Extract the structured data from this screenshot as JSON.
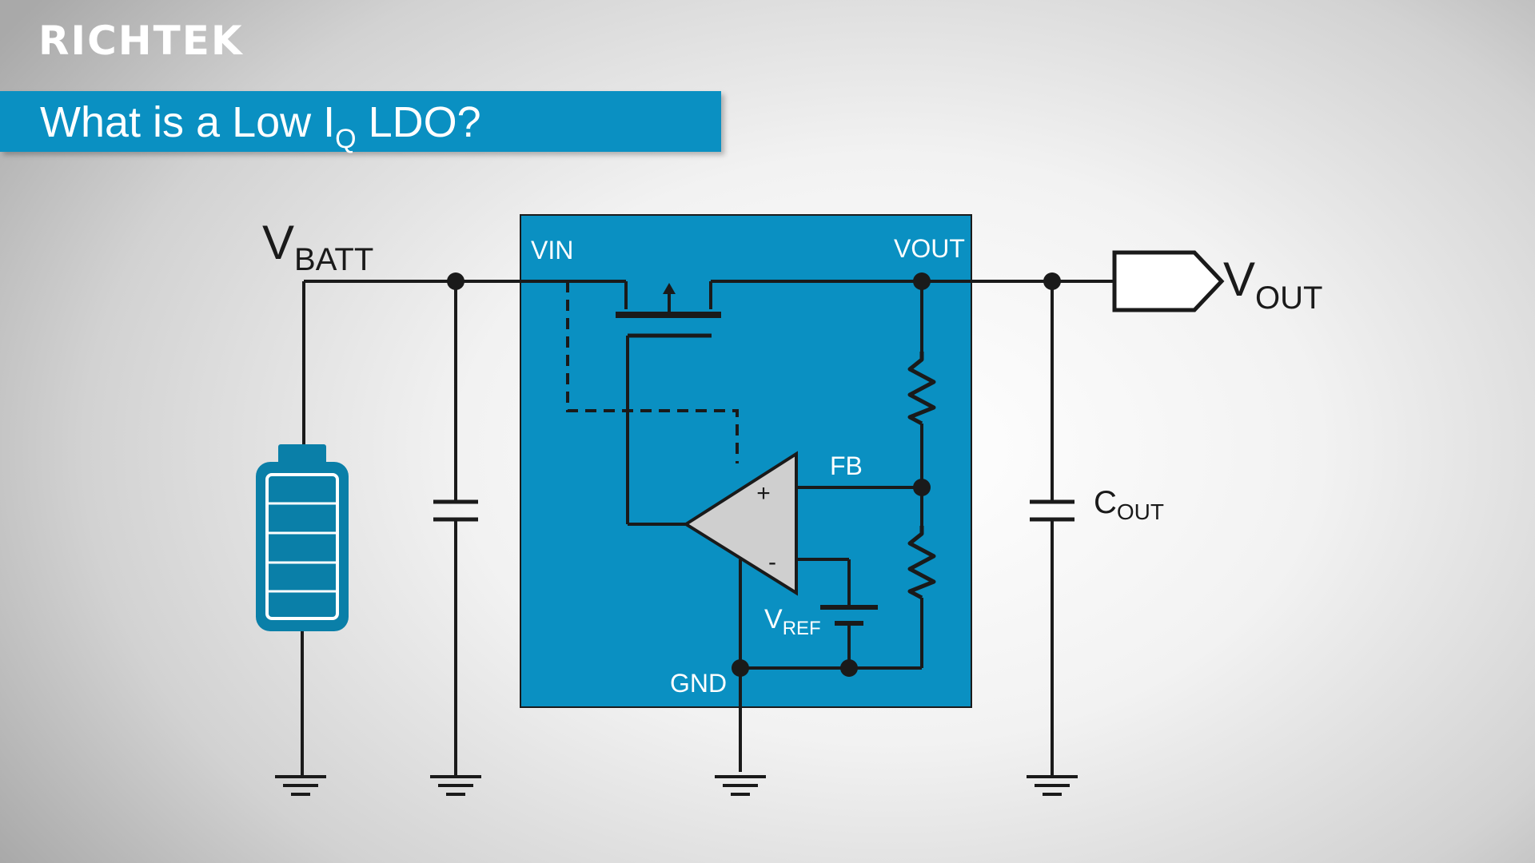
{
  "brand": {
    "name": "RICHTEK"
  },
  "slide": {
    "title_prefix": "What is a Low I",
    "title_sub": "Q",
    "title_suffix": " LDO?"
  },
  "diagram": {
    "vbatt": {
      "main": "V",
      "sub": "BATT"
    },
    "vout_terminal": {
      "main": "V",
      "sub": "OUT"
    },
    "cout": {
      "main": "C",
      "sub": "OUT"
    },
    "vref": {
      "main": "V",
      "sub": "REF"
    },
    "pins": {
      "vin": "VIN",
      "vout": "VOUT",
      "fb": "FB",
      "gnd": "GND"
    },
    "opamp": {
      "plus": "+",
      "minus": "-"
    }
  },
  "colors": {
    "accent": "#0a90c2",
    "ic_block": "#0a90c2",
    "wire": "#1a1a1a",
    "text_light": "#ffffff",
    "opamp_fill": "#cfcfcf"
  },
  "icons": [
    "battery-icon",
    "ground-icon",
    "capacitor-icon",
    "mosfet-icon",
    "opamp-icon",
    "resistor-icon",
    "output-terminal-icon"
  ]
}
